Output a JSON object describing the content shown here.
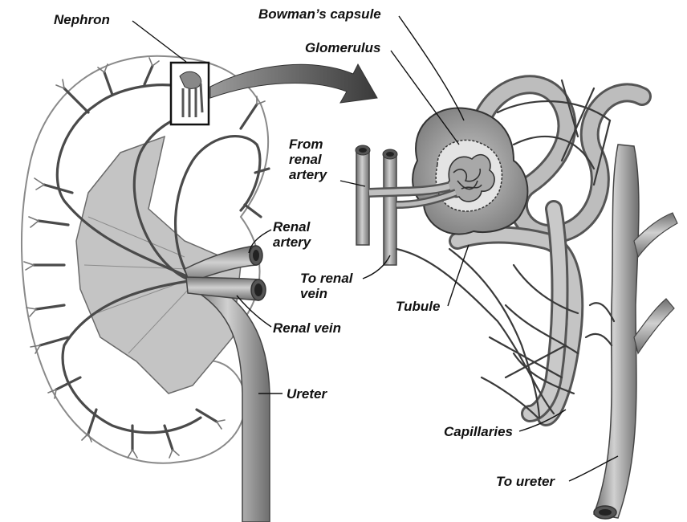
{
  "labels": {
    "nephron": "Nephron",
    "bowmans_capsule": "Bowman’s capsule",
    "glomerulus": "Glomerulus",
    "from_renal_artery": [
      "From",
      "renal",
      "artery"
    ],
    "renal_artery": [
      "Renal",
      "artery"
    ],
    "to_renal_vein": [
      "To renal",
      "vein"
    ],
    "tubule": "Tubule",
    "renal_vein": "Renal vein",
    "ureter": "Ureter",
    "capillaries": "Capillaries",
    "to_ureter": "To ureter"
  },
  "colors": {
    "tissue": "#9a9a9a",
    "tissue_light": "#c8c8c8",
    "tissue_dark": "#5a5a5a",
    "outline": "#2a2a2a",
    "label_text": "#111111"
  }
}
